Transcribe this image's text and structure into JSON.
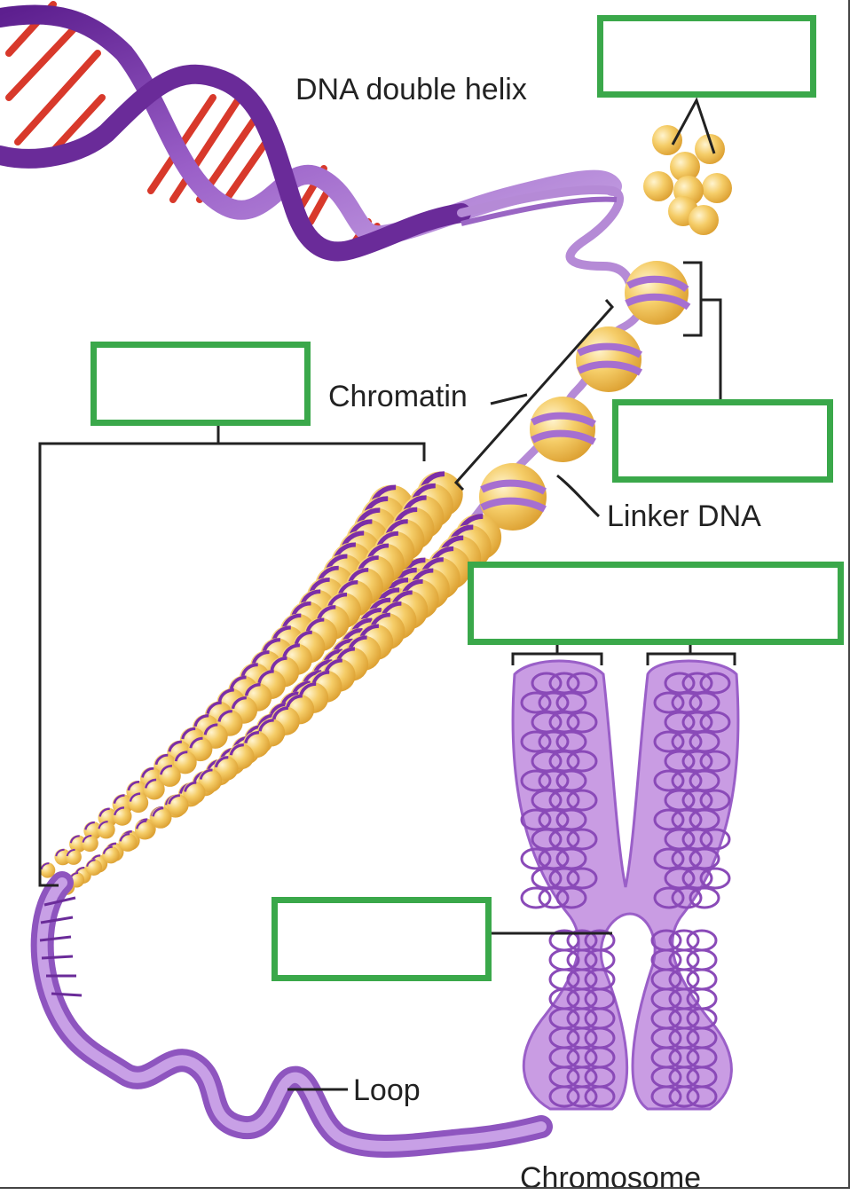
{
  "labels": {
    "dna_double_helix": "DNA double helix",
    "chromatin": "Chromatin",
    "linker_dna": "Linker DNA",
    "loop": "Loop",
    "chromosome": "Chromosome"
  },
  "answer_boxes": [
    {
      "id": "histones",
      "text": ""
    },
    {
      "id": "nucleosome",
      "text": ""
    },
    {
      "id": "chromatin-fiber",
      "text": ""
    },
    {
      "id": "sister-chromatids",
      "text": ""
    },
    {
      "id": "centromere",
      "text": ""
    }
  ],
  "colors": {
    "box_border": "#3aa84a",
    "dna_purple": "#7b3aa6",
    "dna_light": "#b58ad6",
    "base_pair_red": "#d8392b",
    "histone_yellow": "#f2c85a",
    "chromosome_lilac": "#c79be0",
    "leader_line": "#222222"
  }
}
